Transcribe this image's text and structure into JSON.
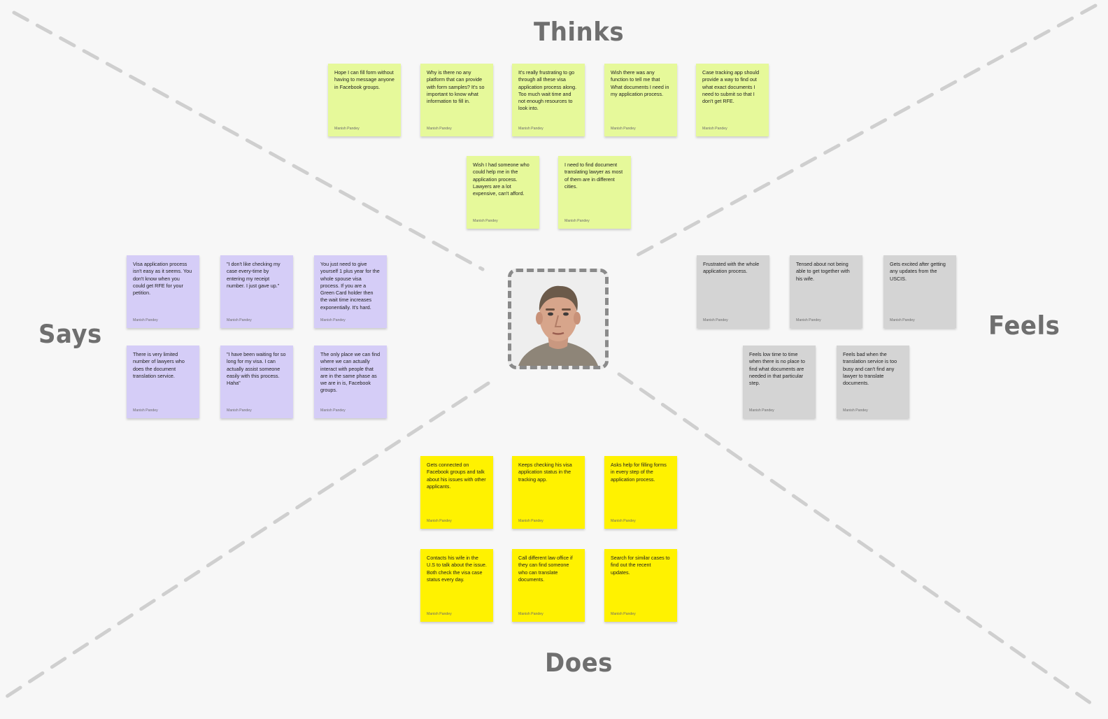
{
  "titles": {
    "thinks": "Thinks",
    "says": "Says",
    "feels": "Feels",
    "does": "Does"
  },
  "persona": {
    "icon": "user-avatar-photo"
  },
  "colors": {
    "thinks": "#e6f99a",
    "says": "#d5cdf7",
    "feels": "#d4d4d4",
    "does": "#fff200",
    "divider": "#cfcfcf",
    "title": "#6f6f6f"
  },
  "thinks": [
    {
      "text": "Hope I can fill form without having to message anyone in Facebook groups.",
      "author": "Manish Pandey"
    },
    {
      "text": "Why is there no any platform that can provide with form samples? It's so important to know what information to fill in.",
      "author": "Manish Pandey"
    },
    {
      "text": "It's really frustrating to go through all these visa application process along. Too much wait time and not enough resources to look into.",
      "author": "Manish Pandey"
    },
    {
      "text": "Wish there was any function to tell me that What documents I need in my application process.",
      "author": "Manish Pandey"
    },
    {
      "text": "Case tracking app should provide a way to find out what exact documents I need to submit so that I don't get RFE.",
      "author": "Manish Pandey"
    },
    {
      "text": "Wish I had someone who could help me in the application process. Lawyers are a lot expensive, can't afford.",
      "author": "Manish Pandey"
    },
    {
      "text": "I need to find document translating lawyer as most of them are in different cities.",
      "author": "Manish Pandey"
    }
  ],
  "says": [
    {
      "text": "Visa application process isn't easy as it seems. You don't know when you could get RFE for your petition.",
      "author": "Manish Pandey"
    },
    {
      "text": "\"I don't like checking my case every-time by entering my receipt number. I just gave up.\"",
      "author": "Manish Pandey"
    },
    {
      "text": "You just need to give yourself 1 plus year for the whole spouse visa process. If you are a Green Card holder then the wait time increases exponentially. It's hard.",
      "author": "Manish Pandey"
    },
    {
      "text": "There is very limited number of lawyers who does the document translation service.",
      "author": "Manish Pandey"
    },
    {
      "text": "\"I have been waiting for so long for my visa. I can actually assist someone easily with this process. Haha\"",
      "author": "Manish Pandey"
    },
    {
      "text": "The only place we can find where we can actually interact with people that are in the same phase as we are in is, Facebook groups.",
      "author": "Manish Pandey"
    }
  ],
  "feels": [
    {
      "text": "Frustrated with the whole application process.",
      "author": "Manish Pandey"
    },
    {
      "text": "Tensed about not being able to get together with his wife.",
      "author": "Manish Pandey"
    },
    {
      "text": "Gets excited after getting any updates from the USCIS.",
      "author": "Manish Pandey"
    },
    {
      "text": "Feels low time to time when there is no place to find what documents are needed in that particular step.",
      "author": "Manish Pandey"
    },
    {
      "text": "Feels bad when the translation service is too busy and can't find any lawyer to translate documents.",
      "author": "Manish Pandey"
    }
  ],
  "does": [
    {
      "text": "Gets connected on Facebook groups and talk about his issues with other applicants.",
      "author": "Manish Pandey"
    },
    {
      "text": "Keeps checking his visa application status in the tracking app.",
      "author": "Manish Pandey"
    },
    {
      "text": "Asks help for filling forms in every step of the application process.",
      "author": "Manish Pandey"
    },
    {
      "text": "Contacts his wife in the U.S to talk about the issue. Both check the visa case status every day.",
      "author": "Manish Pandey"
    },
    {
      "text": "Call different law office if they can find someone who can translate documents.",
      "author": "Manish Pandey"
    },
    {
      "text": "Search for similar cases to find out the recent updates.",
      "author": "Manish Pandey"
    }
  ]
}
